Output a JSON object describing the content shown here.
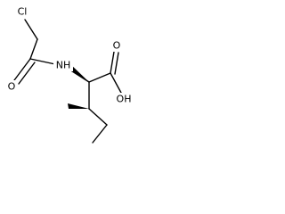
{
  "molecule": {
    "atoms": {
      "chlorine": "Cl",
      "amide_nitrogen": "NH",
      "carbonyl_oxygen": "O",
      "acid_carbonyl_oxygen": "O",
      "hydroxyl": "OH"
    }
  },
  "colors": {
    "ink": "#000000",
    "background": "#ffffff"
  }
}
